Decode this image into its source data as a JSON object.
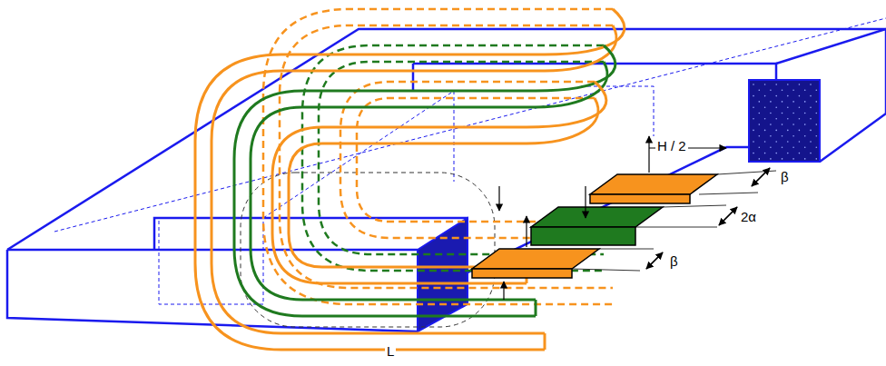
{
  "diagram": {
    "labels": [
      "H / 2",
      "β",
      "2α",
      "β",
      "L"
    ]
  }
}
